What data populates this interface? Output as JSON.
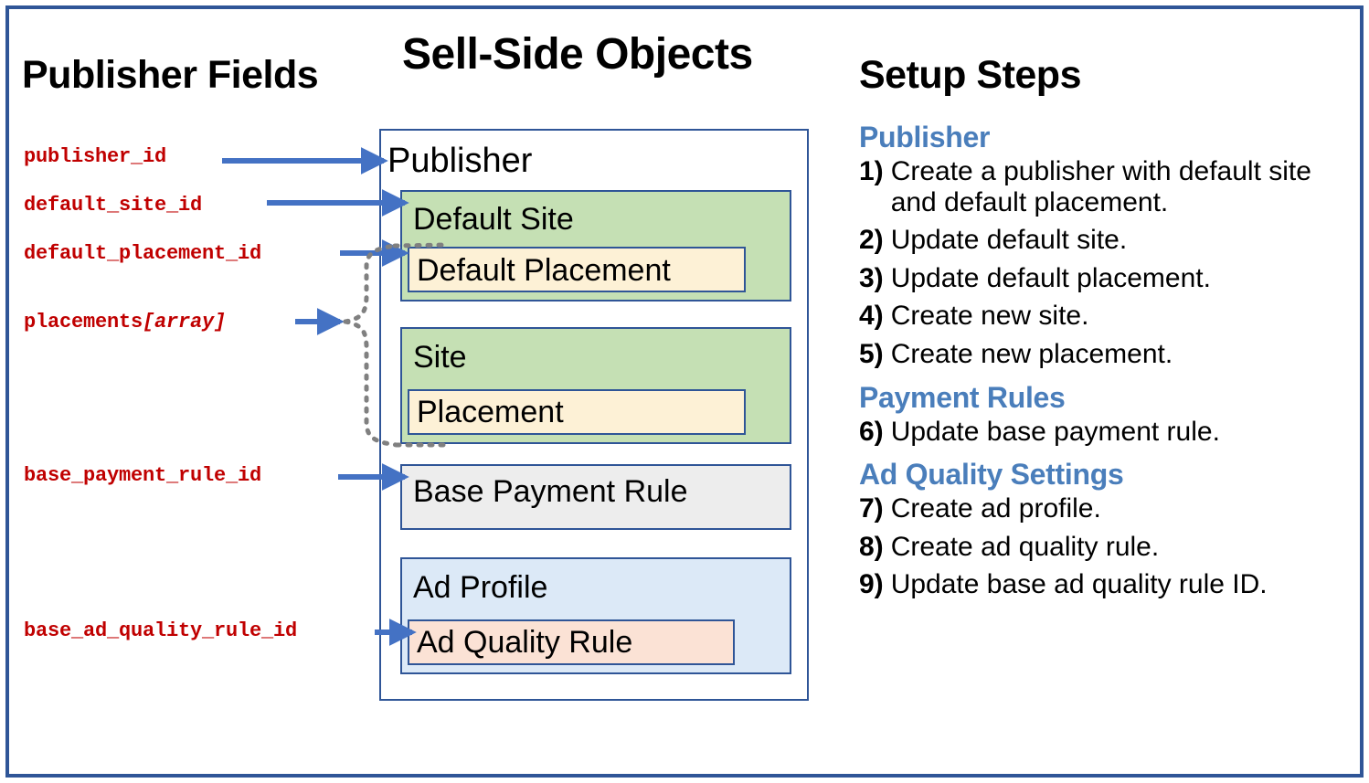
{
  "headings": {
    "publisher_fields": "Publisher Fields",
    "sell_side_objects": "Sell-Side Objects",
    "setup_steps": "Setup Steps"
  },
  "publisher_fields": [
    {
      "id": "publisher-id",
      "name": "publisher_id",
      "suffix": ""
    },
    {
      "id": "default-site-id",
      "name": "default_site_id",
      "suffix": ""
    },
    {
      "id": "default-placement-id",
      "name": "default_placement_id",
      "suffix": ""
    },
    {
      "id": "placements",
      "name": "placements",
      "suffix": "[array]"
    },
    {
      "id": "base-payment-rule-id",
      "name": "base_payment_rule_id",
      "suffix": ""
    },
    {
      "id": "base-ad-quality-rule-id",
      "name": "base_ad_quality_rule_id",
      "suffix": ""
    }
  ],
  "objects": {
    "publisher": "Publisher",
    "default_site": "Default Site",
    "default_placement": "Default Placement",
    "site": "Site",
    "placement": "Placement",
    "base_payment_rule": "Base Payment Rule",
    "ad_profile": "Ad Profile",
    "ad_quality_rule": "Ad Quality Rule"
  },
  "setup_steps": {
    "groups": [
      {
        "title": "Publisher",
        "steps": [
          {
            "num": "1)",
            "text": "Create a publisher with default site and default placement."
          },
          {
            "num": "2)",
            "text": "Update default site."
          },
          {
            "num": "3)",
            "text": "Update default placement."
          },
          {
            "num": "4)",
            "text": "Create new site."
          },
          {
            "num": "5)",
            "text": "Create new placement."
          }
        ]
      },
      {
        "title": "Payment Rules",
        "steps": [
          {
            "num": "6)",
            "text": "Update base payment rule."
          }
        ]
      },
      {
        "title": "Ad Quality Settings",
        "steps": [
          {
            "num": "7)",
            "text": "Create ad profile."
          },
          {
            "num": "8)",
            "text": "Create ad quality rule."
          },
          {
            "num": "9)",
            "text": "Update base ad quality rule ID."
          }
        ]
      }
    ]
  },
  "colors": {
    "frame_border": "#2F5597",
    "field_text": "#C00000",
    "arrow": "#4472C4",
    "dotted_connector": "#808080",
    "group_heading": "#4A7EBB",
    "site_fill": "#C5E0B4",
    "placement_fill": "#FDF1D6",
    "payment_rule_fill": "#EDEDED",
    "ad_profile_fill": "#DCE9F7",
    "ad_quality_fill": "#FBE2D5"
  }
}
